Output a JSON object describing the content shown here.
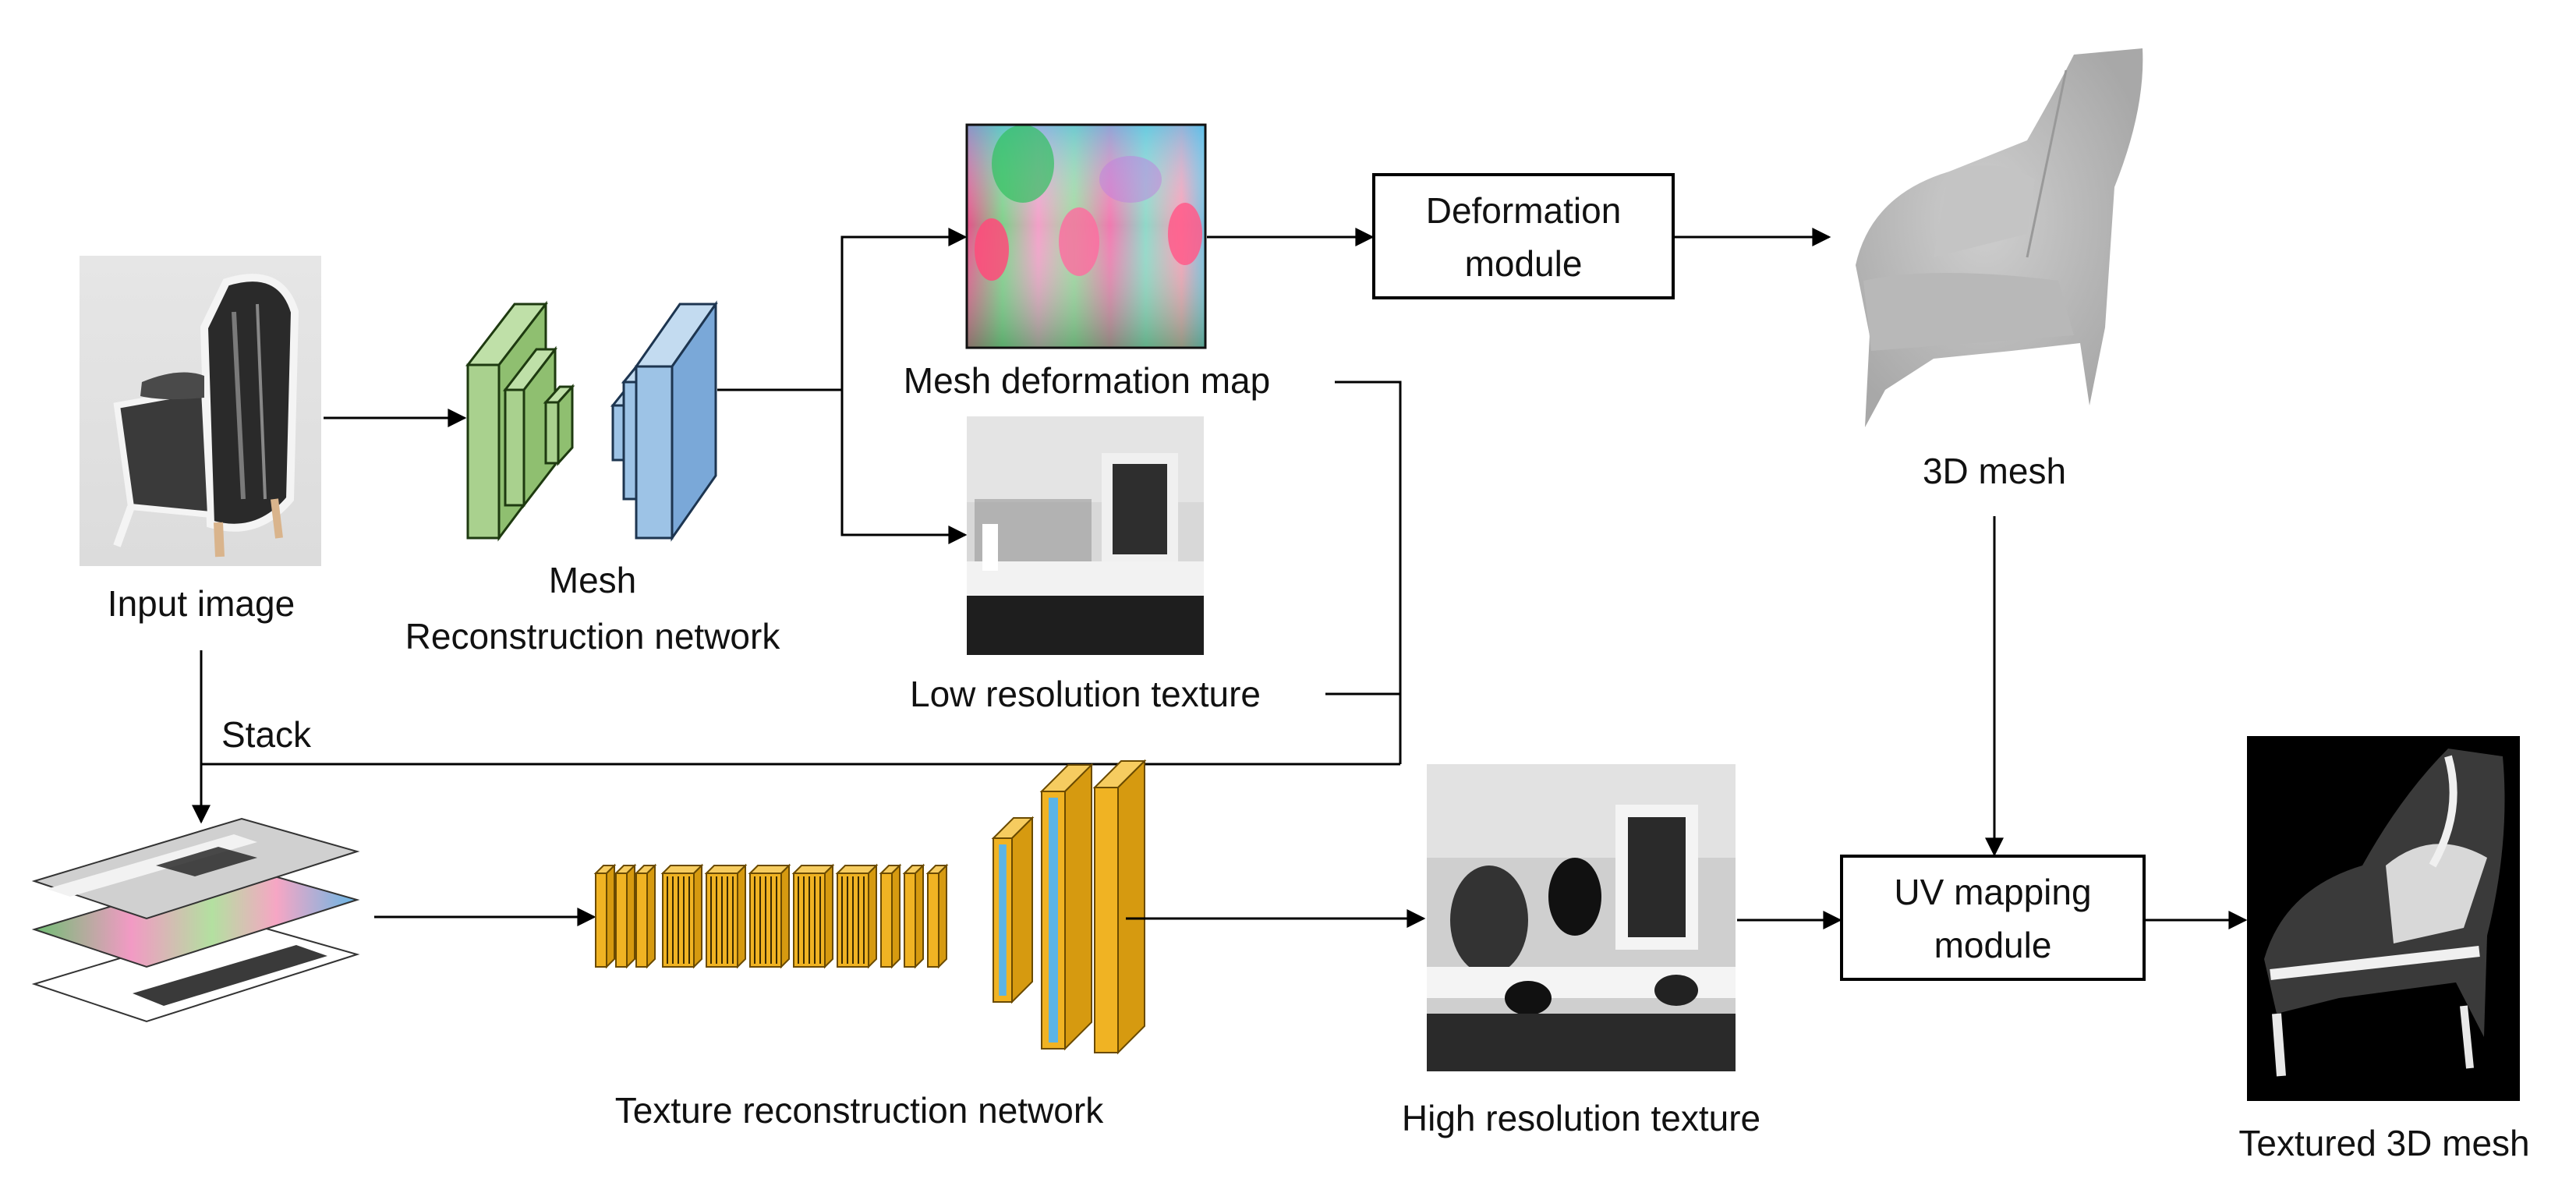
{
  "labels": {
    "input_image": "Input image",
    "mesh_net_line1": "Mesh",
    "mesh_net_line2": "Reconstruction network",
    "mesh_deformation_map": "Mesh deformation map",
    "low_res_texture": "Low resolution texture",
    "deformation_module_line1": "Deformation",
    "deformation_module_line2": "module",
    "mesh_3d": "3D mesh",
    "stack": "Stack",
    "texture_net": "Texture reconstruction network",
    "high_res_texture": "High resolution texture",
    "uv_module_line1": "UV mapping",
    "uv_module_line2": "module",
    "textured_mesh": "Textured 3D mesh"
  },
  "colors": {
    "mesh_net_green": "#a9d18e",
    "mesh_net_blue": "#9dc3e6",
    "texture_net_orange": "#f0b323",
    "texture_net_cyan": "#5bb4e5",
    "arrow": "#000000"
  }
}
